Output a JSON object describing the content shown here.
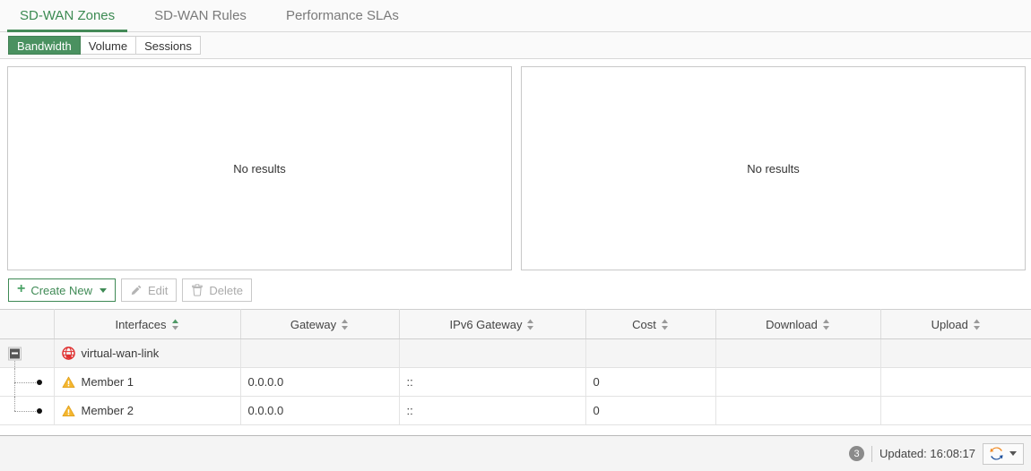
{
  "top_tabs": [
    {
      "label": "SD-WAN Zones",
      "active": true
    },
    {
      "label": "SD-WAN Rules",
      "active": false
    },
    {
      "label": "Performance SLAs",
      "active": false
    }
  ],
  "sub_tabs": [
    {
      "label": "Bandwidth",
      "active": true
    },
    {
      "label": "Volume",
      "active": false
    },
    {
      "label": "Sessions",
      "active": false
    }
  ],
  "panels": [
    {
      "empty_text": "No results"
    },
    {
      "empty_text": "No results"
    }
  ],
  "toolbar": {
    "create_label": "Create New",
    "edit_label": "Edit",
    "delete_label": "Delete",
    "create_icon": "plus-icon",
    "edit_icon": "pencil-icon",
    "delete_icon": "trash-icon"
  },
  "table": {
    "columns": [
      {
        "label": "",
        "sortable": false
      },
      {
        "label": "Interfaces",
        "sortable": true
      },
      {
        "label": "Gateway",
        "sortable": true
      },
      {
        "label": "IPv6 Gateway",
        "sortable": true
      },
      {
        "label": "Cost",
        "sortable": true
      },
      {
        "label": "Download",
        "sortable": true
      },
      {
        "label": "Upload",
        "sortable": true
      }
    ],
    "rows": [
      {
        "type": "group",
        "expanded": true,
        "icon": "virtual-wan-link-icon",
        "interfaces": "virtual-wan-link",
        "gateway": "",
        "ipv6_gateway": "",
        "cost": "",
        "download": "",
        "upload": ""
      },
      {
        "type": "child",
        "icon": "warning-icon",
        "interfaces": "Member 1",
        "gateway": "0.0.0.0",
        "ipv6_gateway": "::",
        "cost": "0",
        "download": "",
        "upload": ""
      },
      {
        "type": "child",
        "icon": "warning-icon",
        "interfaces": "Member 2",
        "gateway": "0.0.0.0",
        "ipv6_gateway": "::",
        "cost": "0",
        "download": "",
        "upload": ""
      }
    ]
  },
  "footer": {
    "count": "3",
    "updated_label": "Updated: 16:08:17",
    "refresh_icon": "refresh-icon"
  },
  "colors": {
    "accent_green": "#4a9160",
    "tab_green": "#3c8a52",
    "warning_amber": "#f0ad2e",
    "link_red": "#e03030",
    "badge_grey": "#8b8b8b"
  }
}
